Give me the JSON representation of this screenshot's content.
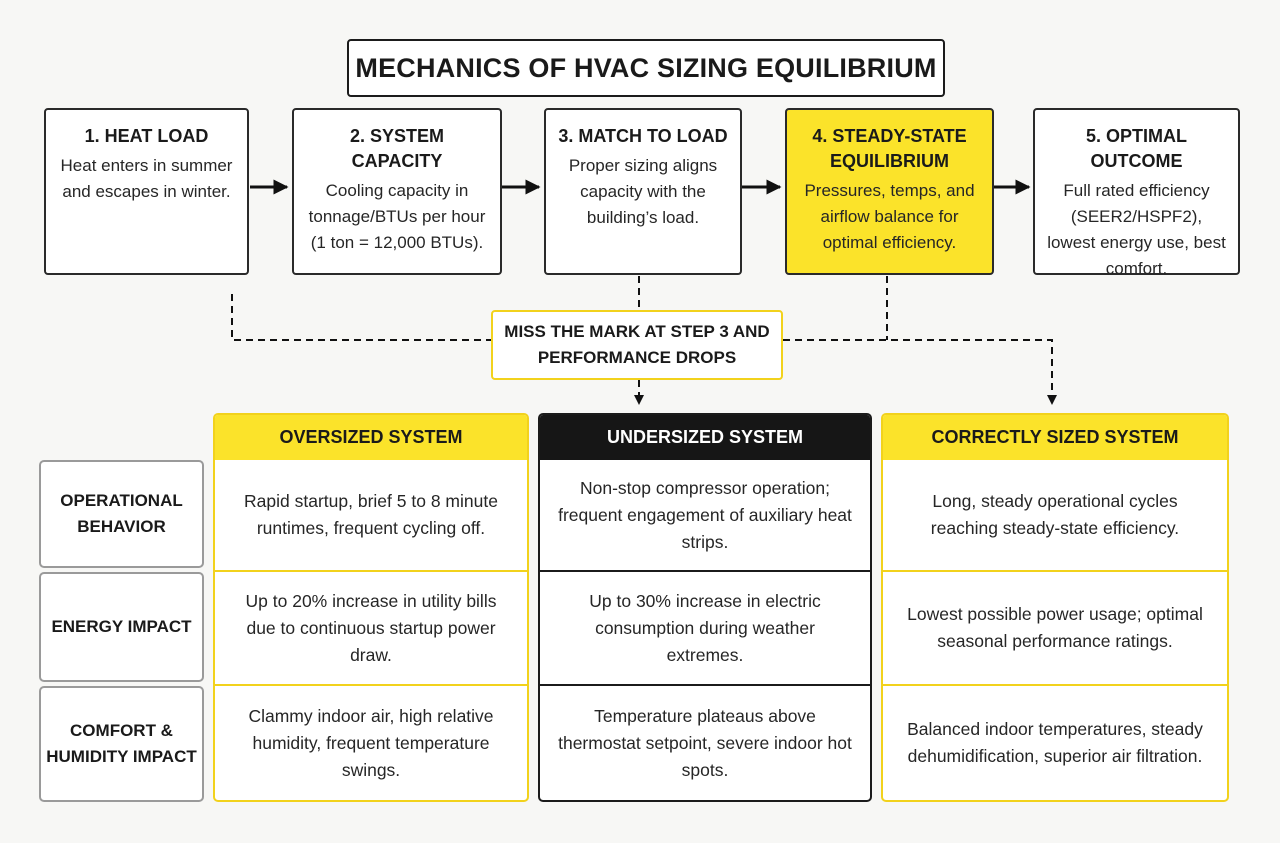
{
  "title": "MECHANICS OF HVAC SIZING EQUILIBRIUM",
  "steps": [
    {
      "title": "1. HEAT LOAD",
      "body": "Heat enters in summer and escapes in winter."
    },
    {
      "title": "2. SYSTEM CAPACITY",
      "body": "Cooling capacity in tonnage/BTUs per hour (1 ton = 12,000 BTUs)."
    },
    {
      "title": "3. MATCH TO LOAD",
      "body": "Proper sizing aligns capacity with the building’s load."
    },
    {
      "title": "4. STEADY-STATE EQUILIBRIUM",
      "body": "Pressures, temps, and airflow balance for optimal efficiency."
    },
    {
      "title": "5. OPTIMAL OUTCOME",
      "body": "Full rated efficiency (SEER2/HSPF2), lowest energy use, best comfort."
    }
  ],
  "warning": "MISS THE MARK AT STEP 3 AND PERFORMANCE DROPS",
  "row_labels": [
    "OPERATIONAL BEHAVIOR",
    "ENERGY IMPACT",
    "COMFORT & HUMIDITY IMPACT"
  ],
  "columns": [
    {
      "header": "OVERSIZED SYSTEM",
      "cells": [
        "Rapid startup, brief 5 to 8 minute runtimes, frequent cycling off.",
        "Up to 20% increase in utility bills due to continuous startup power draw.",
        "Clammy indoor air, high relative humidity, frequent temperature swings."
      ]
    },
    {
      "header": "UNDERSIZED SYSTEM",
      "cells": [
        "Non-stop compressor operation; frequent engagement of auxiliary heat strips.",
        "Up to 30% increase in electric consumption during weather extremes.",
        "Temperature plateaus above thermostat setpoint, severe indoor hot spots."
      ]
    },
    {
      "header": "CORRECTLY SIZED SYSTEM",
      "cells": [
        "Long, steady operational cycles reaching steady-state efficiency.",
        "Lowest possible power usage; optimal seasonal performance ratings.",
        "Balanced indoor temperatures, steady dehumidification, superior air filtration."
      ]
    }
  ],
  "colors": {
    "accent_yellow": "#fbe32a",
    "dark": "#161616",
    "border_yellow": "#f2d21c"
  }
}
